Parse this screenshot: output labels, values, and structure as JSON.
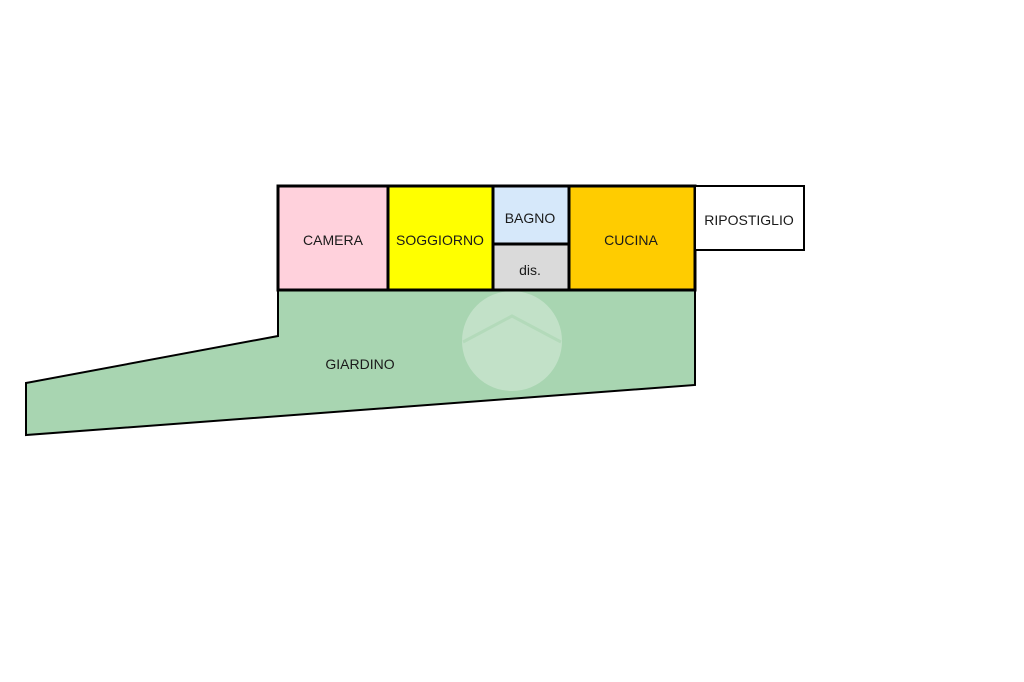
{
  "floor_plan": {
    "rooms": {
      "camera": {
        "label": "CAMERA",
        "color": "#ffd1dc"
      },
      "soggiorno": {
        "label": "SOGGIORNO",
        "color": "#ffff00"
      },
      "bagno": {
        "label": "BAGNO",
        "color": "#d6e8fa"
      },
      "dis": {
        "label": "dis.",
        "color": "#dadada"
      },
      "cucina": {
        "label": "CUCINA",
        "color": "#ffcc00"
      },
      "ripostiglio": {
        "label": "RIPOSTIGLIO",
        "color": "#ffffff"
      },
      "giardino": {
        "label": "GIARDINO",
        "color": "#a8d5b1"
      }
    },
    "wall_color": "#000000",
    "watermark": {
      "icon": "house-logo-watermark"
    }
  }
}
